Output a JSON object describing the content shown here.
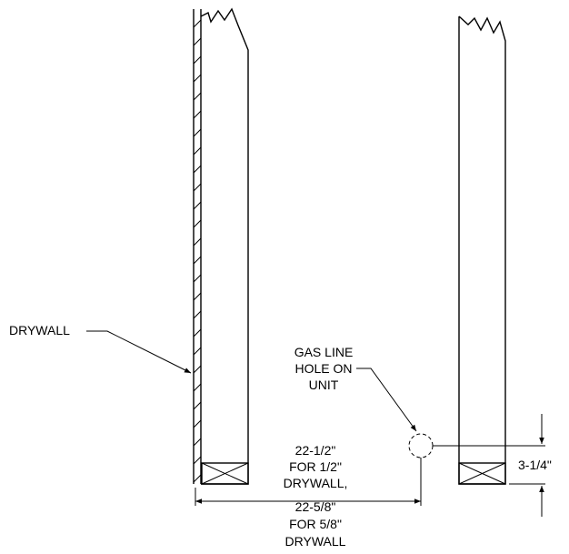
{
  "labels": {
    "drywall": "DRYWALL",
    "gas_line": [
      "GAS LINE",
      "HOLE ON",
      "UNIT"
    ],
    "width_dim": [
      "22-1/2\"",
      "FOR 1/2\"",
      "DRYWALL,",
      "22-5/8\"",
      "FOR 5/8\"",
      "DRYWALL"
    ],
    "height_dim": "3-1/4\""
  }
}
